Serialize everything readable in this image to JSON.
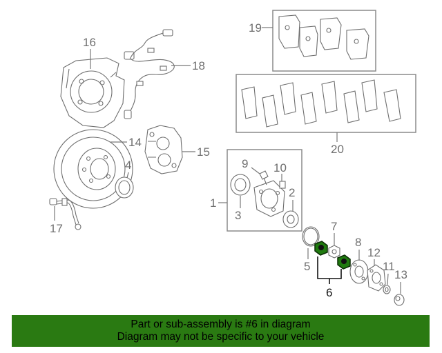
{
  "callouts": {
    "c1": "1",
    "c2": "2",
    "c3": "3",
    "c4": "4",
    "c5": "5",
    "c6": "6",
    "c7": "7",
    "c8": "8",
    "c9": "9",
    "c10": "10",
    "c11": "11",
    "c12": "12",
    "c13": "13",
    "c14": "14",
    "c15": "15",
    "c16": "16",
    "c17": "17",
    "c18": "18",
    "c19": "19",
    "c20": "20"
  },
  "highlight": {
    "part": "6",
    "color": "#1f7a0f"
  },
  "banner": {
    "line1": "Part or sub-assembly is #6 in diagram",
    "line2": "Diagram may not be specific to your vehicle",
    "color": "#2a7a12"
  }
}
